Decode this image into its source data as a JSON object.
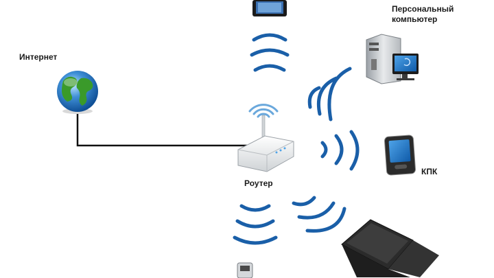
{
  "labels": {
    "internet": "Интернет",
    "router": "Роутер",
    "pc_line1": "Персональный",
    "pc_line2": "компьютер",
    "pda": "КПК"
  },
  "colors": {
    "wave_blue": "#1a5fa8",
    "wave_light": "#6aa8dc",
    "globe_green": "#3a9a2a",
    "globe_blue": "#1f6fc0",
    "cable": "#111111",
    "device_dark": "#2b2b2b"
  },
  "icons": [
    "tablet-icon",
    "globe-icon",
    "router-icon",
    "desktop-pc-icon",
    "pda-icon",
    "laptop-icon",
    "phone-icon"
  ]
}
